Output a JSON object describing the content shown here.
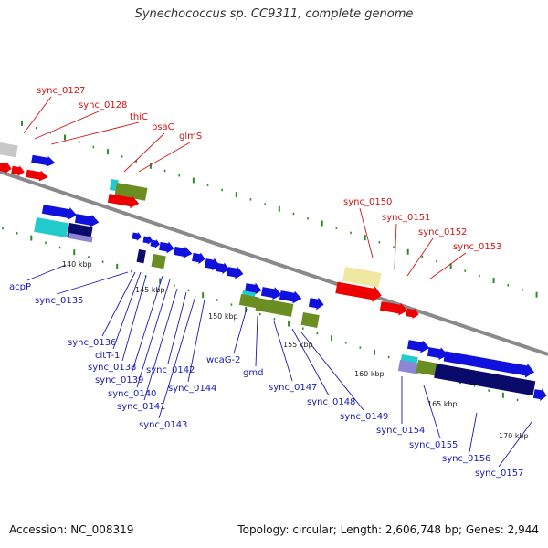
{
  "title": "Synechococcus sp. CC9311, complete genome",
  "footer": {
    "accession": "Accession: NC_008319",
    "summary": "Topology: circular; Length: 2,606,748 bp; Genes: 2,944"
  },
  "colors": {
    "red": "#ee0000",
    "blue": "#1111dd",
    "navy": "#0a0a6a",
    "olive": "#6b8e23",
    "cyan": "#22cccc",
    "gray": "#c8c8c8",
    "khaki": "#eee8a0",
    "lavender": "#8d86d6",
    "backbone": "#8a8a8a",
    "tick": "#2e8b2e",
    "label_red": "#d11414",
    "label_blue": "#1a1ab5"
  },
  "kbp_ticks": [
    "140 kbp",
    "145 kbp",
    "150 kbp",
    "155 kbp",
    "160 kbp",
    "165 kbp",
    "170 kbp"
  ],
  "genes_top": [
    "sync_0127",
    "sync_0128",
    "thiC",
    "psaC",
    "glmS",
    "sync_0150",
    "sync_0151",
    "sync_0152",
    "sync_0153"
  ],
  "genes_bottom": [
    "acpP",
    "sync_0135",
    "sync_0136",
    "citT-1",
    "sync_0138",
    "sync_0139",
    "sync_0140",
    "sync_0141",
    "sync_0142",
    "sync_0143",
    "sync_0144",
    "wcaG-2",
    "gmd",
    "sync_0147",
    "sync_0148",
    "sync_0149",
    "sync_0154",
    "sync_0155",
    "sync_0156",
    "sync_0157"
  ]
}
